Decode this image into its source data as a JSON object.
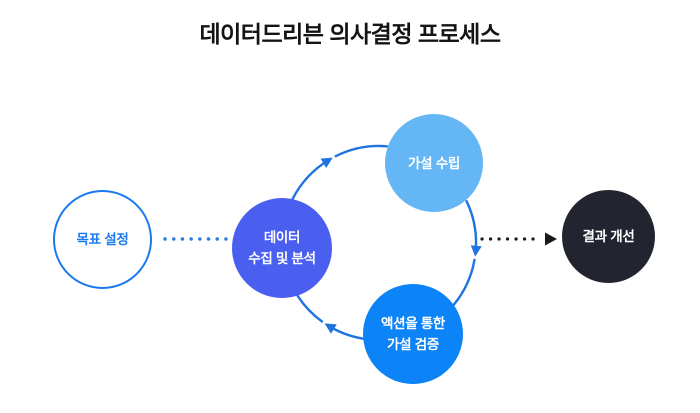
{
  "title": "데이터드리븐 의사결정 프로세스",
  "title_color": "#141414",
  "nodes": {
    "goal": {
      "label": "목표 설정",
      "fill": "#ffffff",
      "border": "#1b7af0",
      "text_color": "#1b7af0"
    },
    "data_collection": {
      "line1": "데이터",
      "line2": "수집 및 분석",
      "fill": "#4a5ff0",
      "text_color": "#ffffff"
    },
    "hypothesis": {
      "label": "가설 수립",
      "fill": "#64b6f4",
      "text_color": "#ffffff"
    },
    "action": {
      "line1": "액션을 통한",
      "line2": "가설 검증",
      "fill": "#0c83f6",
      "text_color": "#ffffff"
    },
    "result": {
      "label": "결과 개선",
      "fill": "#22242f",
      "text_color": "#ffffff"
    }
  },
  "connectors": {
    "cycle_arrow_color": "#1f74e0",
    "goal_to_data_dotted_color": "#2b7ce0",
    "data_to_result_dotted_color": "#1a1a1a"
  }
}
